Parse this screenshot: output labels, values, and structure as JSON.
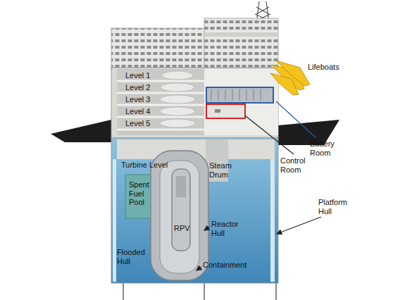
{
  "diagram": {
    "labels": [
      "Lifeboats",
      "Level 1",
      "Level 2",
      "Level 3",
      "Battery Room",
      "Level 4",
      "Level 5",
      "Control Room",
      "Turbine Level",
      "Steam Drum",
      "Platform Hull",
      "Spent Fuel Pool",
      "RPV",
      "Reactor Hull",
      "Flooded Hull",
      "Containment"
    ]
  }
}
